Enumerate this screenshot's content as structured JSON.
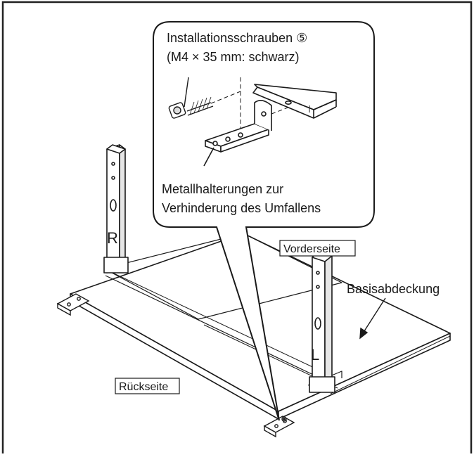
{
  "callout": {
    "screw_title": "Installationsschrauben ⑤",
    "screw_spec": "(M4 × 35 mm: schwarz)",
    "bracket_line1": "Metallhalterungen zur",
    "bracket_line2": "Verhinderung des Umfallens"
  },
  "labels": {
    "front": "Vorderseite",
    "base_cover": "Basisabdeckung",
    "rear": "Rückseite"
  },
  "leg_letters": {
    "right": "R",
    "left": "L"
  }
}
